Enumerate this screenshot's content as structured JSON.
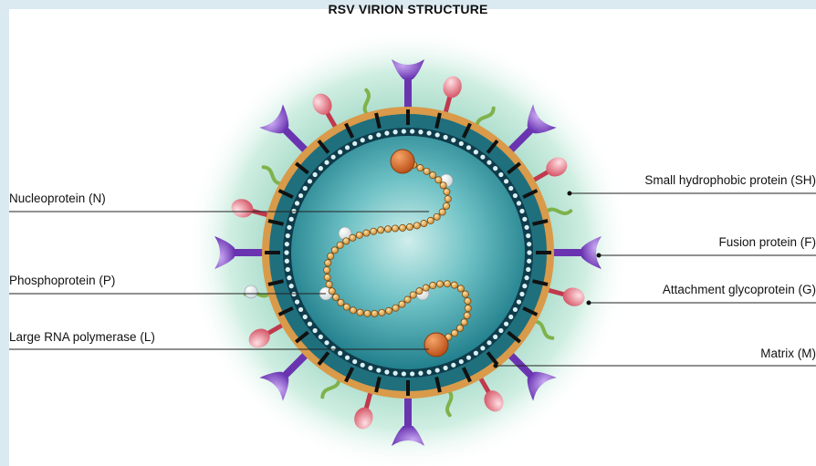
{
  "title": "RSV VIRION STRUCTURE",
  "labels_left": {
    "nucleoprotein": "Nucleoprotein (N)",
    "phosphoprotein": "Phosphoprotein (P)",
    "polymerase": "Large RNA polymerase (L)"
  },
  "labels_right": {
    "small_hydrophobic": "Small hydrophobic protein (SH)",
    "fusion": "Fusion protein (F)",
    "attachment": "Attachment glycoprotein (G)",
    "matrix": "Matrix (M)"
  },
  "colors": {
    "page_border": "#dbeaf1",
    "halo": "#b9e0d2",
    "envelope_orange": "#d99a4a",
    "matrix_teal": "#1f6f7d",
    "core_teal": "#2f9aa6",
    "fusion_purple": "#7a3fc0",
    "attachment_pink": "#e86a7a",
    "sh_green": "#7fb24a",
    "rna_bead": "#e8a84a",
    "polymerase_orange": "#d8601c"
  }
}
